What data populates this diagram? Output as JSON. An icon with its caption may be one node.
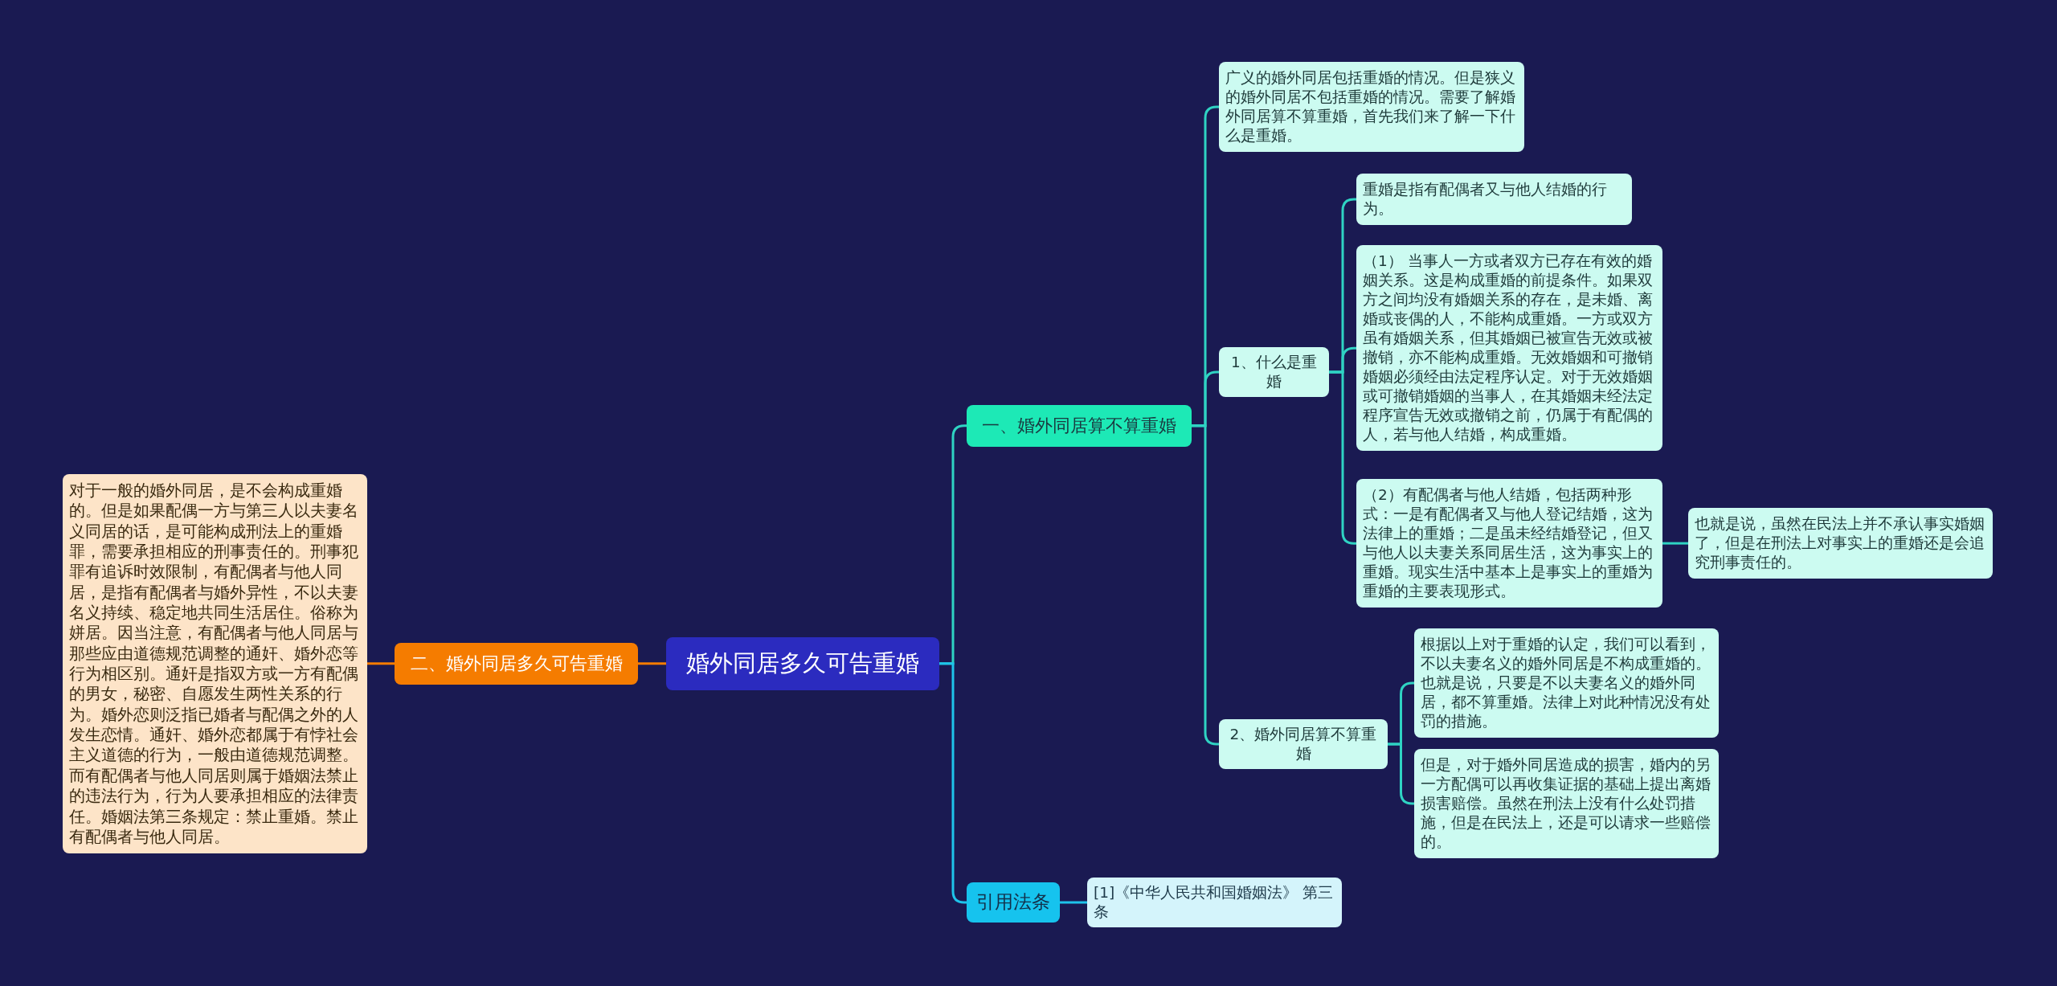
{
  "diagram": {
    "nodes": [
      {
        "text": [
          "婚外同居多久可告重婚"
        ]
      },
      {
        "text": [
          "二、婚外同居多久可告重婚"
        ]
      },
      {
        "text": [
          "对于一般的婚外同居，是不会构成重婚的。但是如果配偶一方与第三人以夫妻名义同居的话，是可能构成刑法上的重婚罪，需要承担相应的刑事责任的。刑事犯罪有追诉时效限制，有配偶者与他人同居，是指有配偶者与婚外异性，不以夫妻名义持续、稳定地共同生活居住。俗称为姘居。因当注意，有配偶者与他人同居与那些应由道德规范调整的通奸、婚外恋等行为相区别。通奸是指双方或一方有配偶的男女，秘密、自愿发生两性关系的行为。婚外恋则泛指已婚者与配偶之外的人发生恋情。通奸、婚外恋都属于有悖社会主义道德的行为，一般由道德规范调整。而有配偶者与他人同居则属于婚姻法禁止的违法行为，行为人要承担相应的法律责任。婚姻法第三条规定：禁止重婚。禁止有配偶者与他人同居。"
        ]
      },
      {
        "text": [
          "一、婚外同居算不算重婚"
        ]
      },
      {
        "text": [
          "广义的婚外同居包括重婚的情况。但是狭义的婚外同居不包括重婚的情况。需要了解婚外同居算不算重婚，首先我们来了解一下什么是重婚。"
        ]
      },
      {
        "text": [
          "1、什么是重婚"
        ]
      },
      {
        "text": [
          "重婚是指有配偶者又与他人结婚的行为。"
        ]
      },
      {
        "text": [
          "（1） 当事人一方或者双方已存在有效的婚姻关系。这是构成重婚的前提条件。如果双方之间均没有婚姻关系的存在，是未婚、离婚或丧偶的人，不能构成重婚。一方或双方虽有婚姻关系，但其婚姻已被宣告无效或被撤销，亦不能构成重婚。无效婚姻和可撤销婚姻必须经由法定程序认定。对于无效婚姻或可撤销婚姻的当事人，在其婚姻未经法定程序宣告无效或撤销之前，仍属于有配偶的人，若与他人结婚，构成重婚。"
        ]
      },
      {
        "text": [
          "（2）有配偶者与他人结婚，包括两种形式：一是有配偶者又与他人登记结婚，这为法律上的重婚；二是虽未经结婚登记，但又与他人以夫妻关系同居生活，这为事实上的重婚。现实生活中基本上是事实上的重婚为重婚的主要表现形式。"
        ]
      },
      {
        "text": [
          "也就是说，虽然在民法上并不承认事实婚姻了，但是在刑法上对事实上的重婚还是会追究刑事责任的。"
        ]
      },
      {
        "text": [
          "2、婚外同居算不算重婚"
        ]
      },
      {
        "text": [
          "根据以上对于重婚的认定，我们可以看到，不以夫妻名义的婚外同居是不构成重婚的。也就是说，只要是不以夫妻名义的婚外同居，都不算重婚。法律上对此种情况没有处罚的措施。"
        ]
      },
      {
        "text": [
          "但是，对于婚外同居造成的损害，婚内的另一方配偶可以再收集证据的基础上提出离婚损害赔偿。虽然在刑法上没有什么处罚措施，但是在民法上，还是可以请求一些赔偿的。"
        ]
      },
      {
        "text": [
          "引用法条"
        ]
      },
      {
        "text": [
          "[1]《中华人民共和国婚姻法》 第三条"
        ]
      }
    ],
    "edges": [
      {
        "from": 0,
        "to": 1,
        "arrow": "none",
        "color": "#f57c00"
      },
      {
        "from": 1,
        "to": 2,
        "arrow": "none",
        "color": "#f57c00"
      },
      {
        "from": 0,
        "to": 3,
        "arrow": "none"
      },
      {
        "from": 3,
        "to": 4,
        "arrow": "none"
      },
      {
        "from": 3,
        "to": 5,
        "arrow": "none"
      },
      {
        "from": 5,
        "to": 6,
        "arrow": "none"
      },
      {
        "from": 5,
        "to": 7,
        "arrow": "none"
      },
      {
        "from": 5,
        "to": 8,
        "arrow": "none"
      },
      {
        "from": 8,
        "to": 9,
        "arrow": "none"
      },
      {
        "from": 3,
        "to": 10,
        "arrow": "none"
      },
      {
        "from": 10,
        "to": 11,
        "arrow": "none"
      },
      {
        "from": 10,
        "to": 12,
        "arrow": "none"
      },
      {
        "from": 0,
        "to": 13,
        "arrow": "none",
        "color": "#1ec3ea"
      },
      {
        "from": 13,
        "to": 14,
        "arrow": "none",
        "color": "#1ec3ea"
      }
    ]
  }
}
